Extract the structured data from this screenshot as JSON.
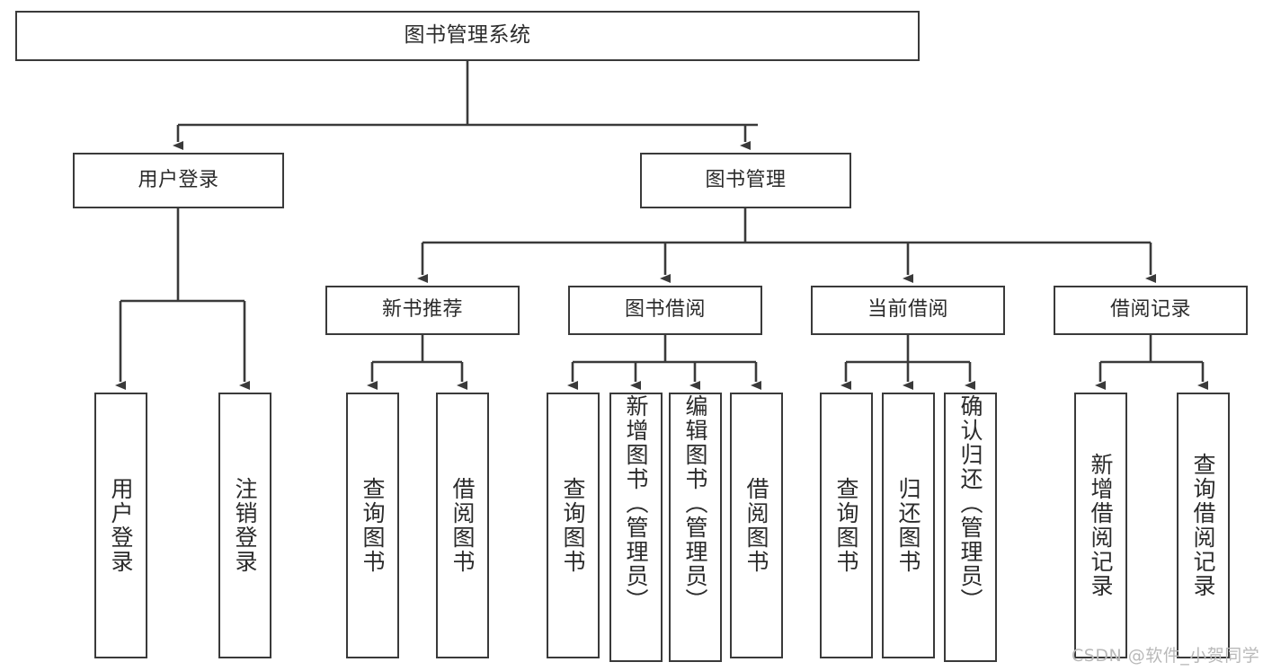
{
  "diagram": {
    "type": "tree-hierarchy",
    "title": "图书管理系统",
    "watermark": "CSDN @软件_小贺同学",
    "colors": {
      "box_border": "#3a3a3a",
      "box_fill": "#ffffff",
      "connector": "#3a3a3a",
      "text": "#2b2b2b",
      "watermark": "#b9b9b9",
      "background": "#ffffff"
    },
    "root": {
      "label": "图书管理系统"
    },
    "level2": [
      {
        "label": "用户登录"
      },
      {
        "label": "图书管理"
      }
    ],
    "level3": [
      {
        "label": "新书推荐"
      },
      {
        "label": "图书借阅"
      },
      {
        "label": "当前借阅"
      },
      {
        "label": "借阅记录"
      }
    ],
    "leaves": {
      "user_login": [
        {
          "label": "用户登录"
        },
        {
          "label": "注销登录"
        }
      ],
      "new_book_recommend": [
        {
          "label": "查询图书"
        },
        {
          "label": "借阅图书"
        }
      ],
      "book_borrow": [
        {
          "label": "查询图书"
        },
        {
          "label": "新增图书（管理员）"
        },
        {
          "label": "编辑图书（管理员）"
        },
        {
          "label": "借阅图书"
        }
      ],
      "current_borrow": [
        {
          "label": "查询图书"
        },
        {
          "label": "归还图书"
        },
        {
          "label": "确认归还（管理员）"
        }
      ],
      "borrow_record": [
        {
          "label": "新增借阅记录"
        },
        {
          "label": "查询借阅记录"
        }
      ]
    }
  }
}
